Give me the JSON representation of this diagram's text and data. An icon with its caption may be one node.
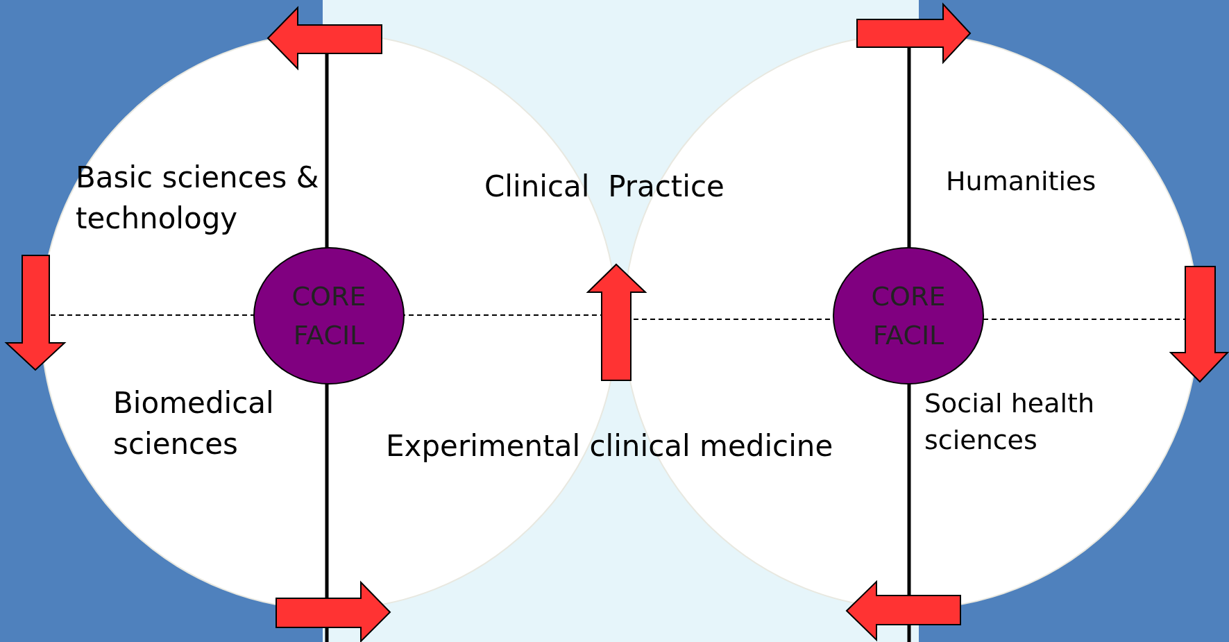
{
  "diagram": {
    "nodes": [
      {
        "text": [
          "Basic sciences & technology",
          "Biomedical sciences"
        ]
      },
      {
        "text": [
          "CORE FACIL"
        ],
        "in": 0
      },
      {
        "text": [
          "Humanities",
          "Social health sciences"
        ]
      },
      {
        "text": [
          "CORE FACIL"
        ],
        "in": 2
      }
    ],
    "labels": [
      "Clinical  Practice",
      "Experimental clinical medicine"
    ]
  }
}
